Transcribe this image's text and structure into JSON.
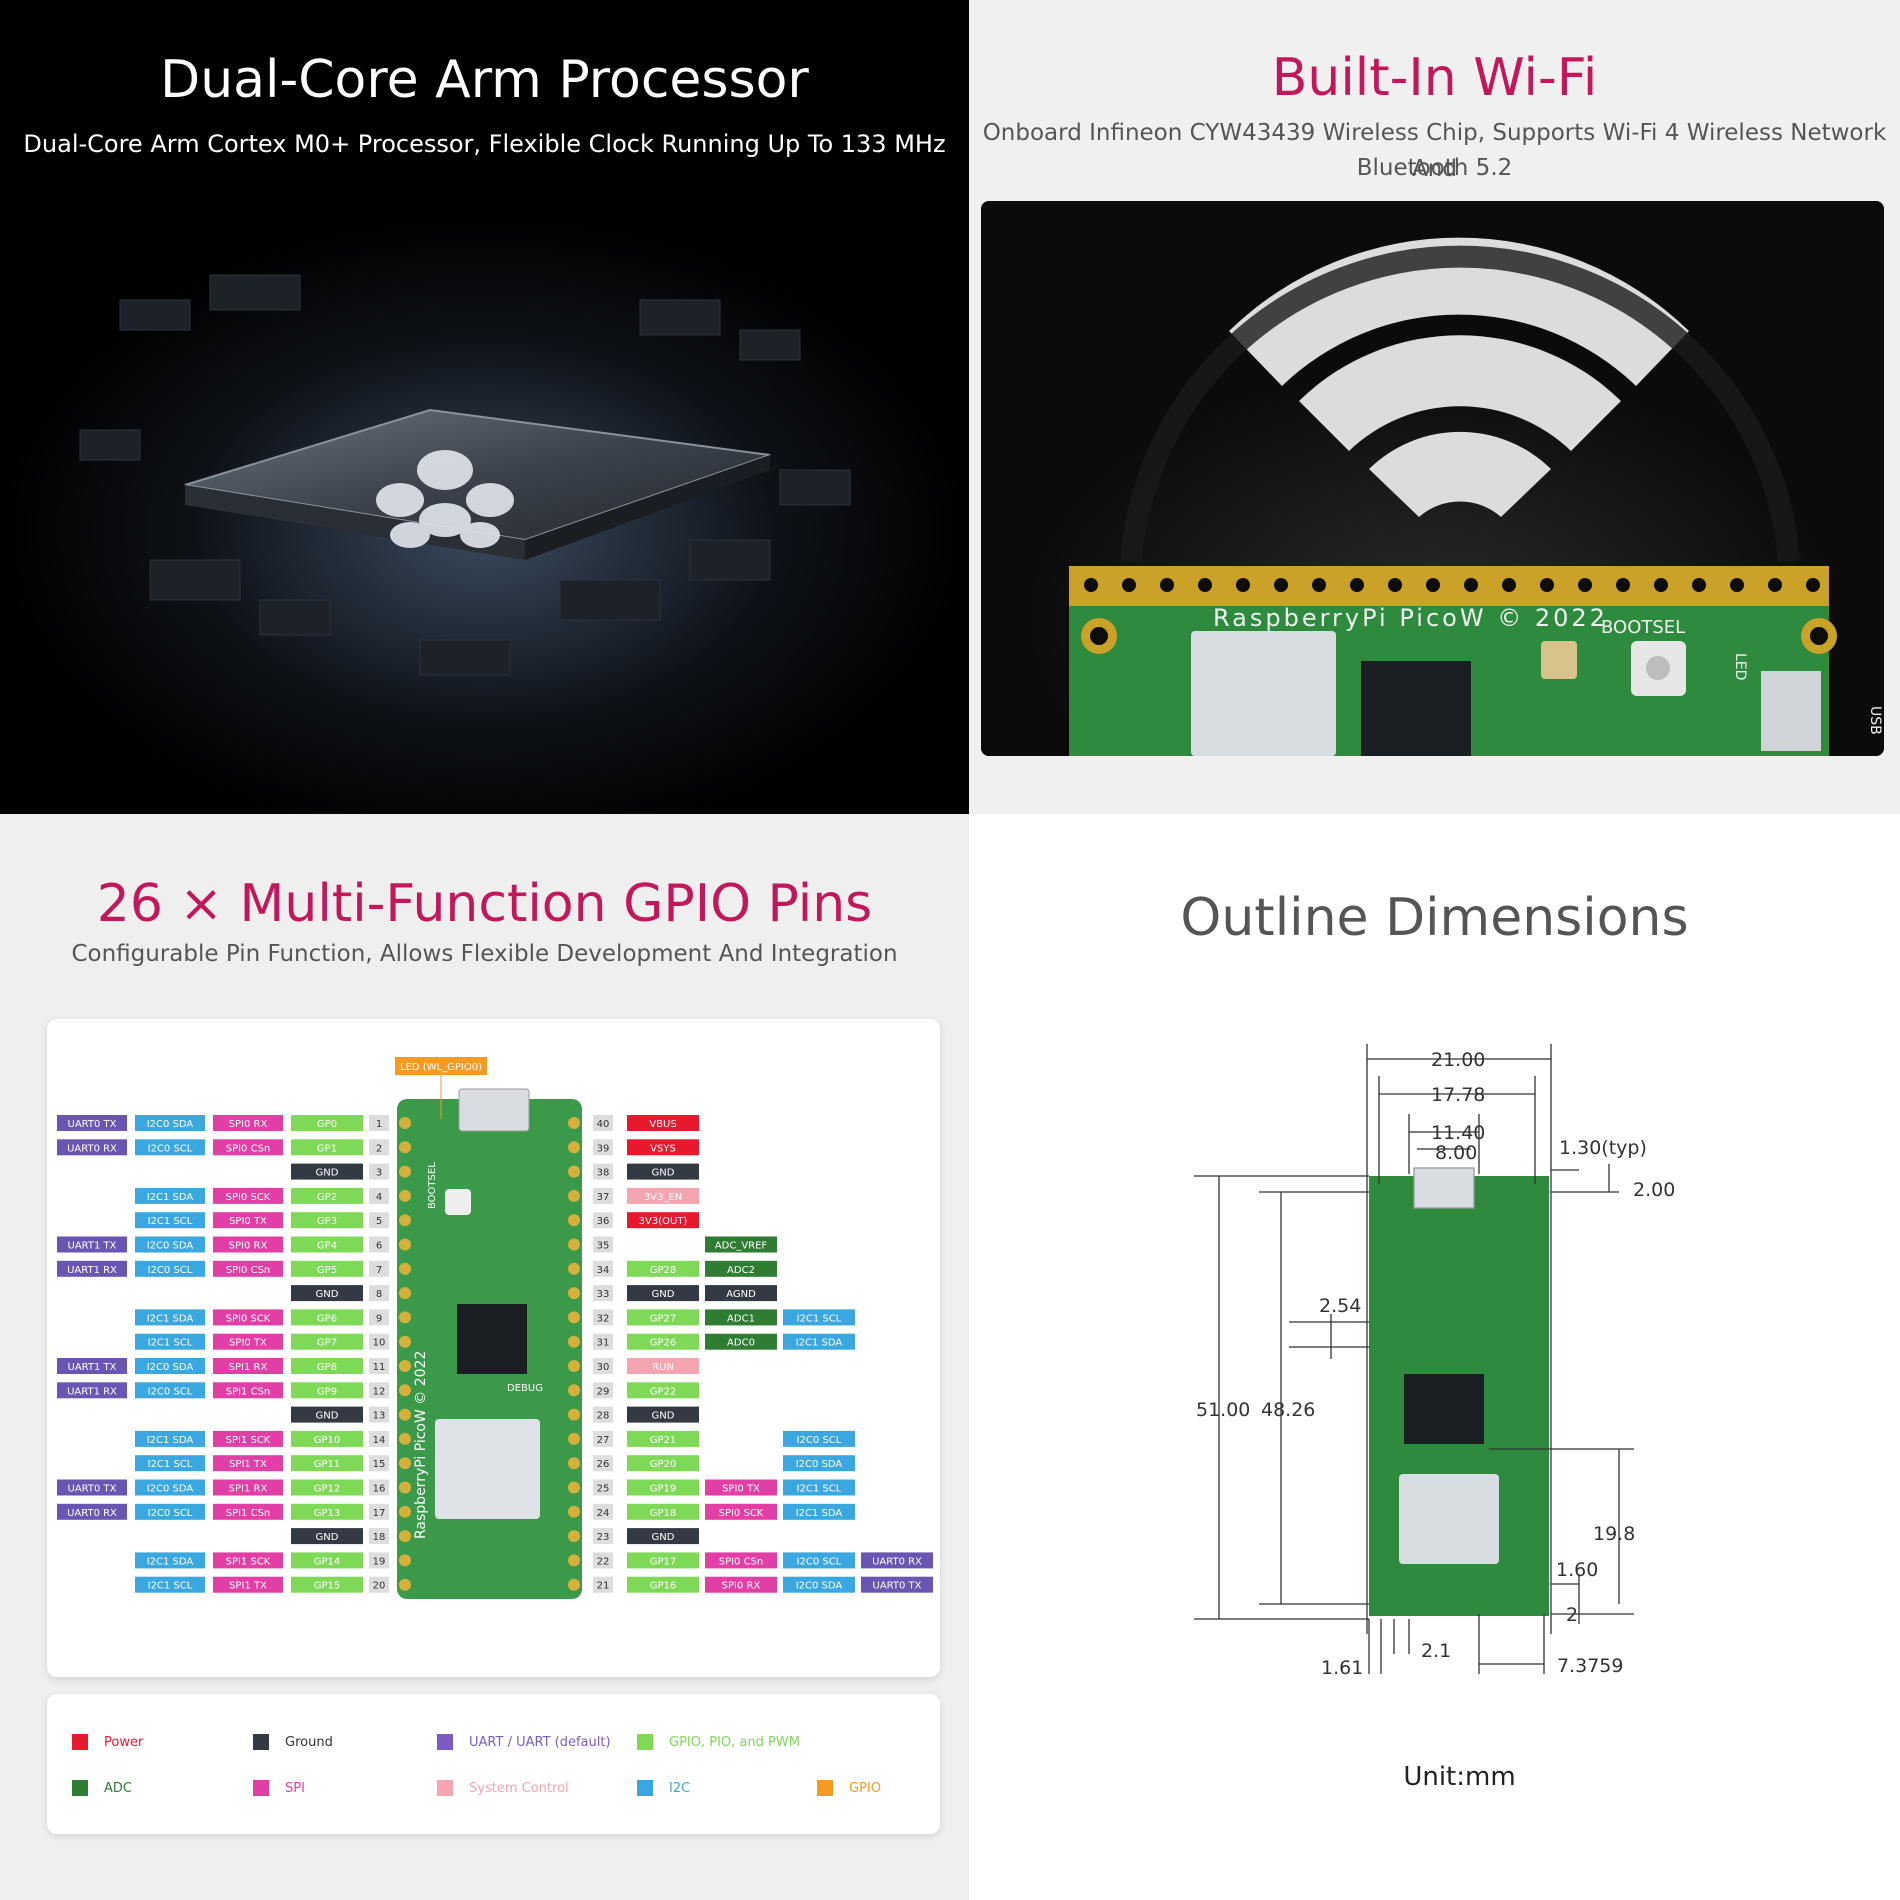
{
  "panel_processor": {
    "title": "Dual-Core Arm Processor",
    "subtitle": "Dual-Core Arm Cortex M0+ Processor, Flexible Clock Running Up To 133 MHz"
  },
  "panel_wifi": {
    "title": "Built-In Wi-Fi",
    "subtitle_line1": "Onboard Infineon CYW43439 Wireless Chip, Supports Wi-Fi 4 Wireless Network And",
    "subtitle_line2": "Bluetooth 5.2",
    "board_silk": "RaspberryPi PicoW © 2022",
    "bootsel": "BOOTSEL",
    "led": "LED",
    "usb": "USB"
  },
  "panel_gpio": {
    "title": "26 × Multi-Function GPIO Pins",
    "subtitle": "Configurable Pin Function, Allows Flexible Development And Integration",
    "led_label": "LED (WL_GPIO0)",
    "board_silk": "RaspberryPi PicoW © 2022",
    "bootsel": "BOOTSEL",
    "debug": "DEBUG",
    "left_pins": [
      {
        "n": "1",
        "labels": [
          "UART0 TX",
          "I2C0 SDA",
          "SPI0 RX",
          "GP0"
        ]
      },
      {
        "n": "2",
        "labels": [
          "UART0 RX",
          "I2C0 SCL",
          "SPI0 CSn",
          "GP1"
        ]
      },
      {
        "n": "3",
        "labels": [
          "",
          "",
          "",
          "GND"
        ]
      },
      {
        "n": "4",
        "labels": [
          "",
          "I2C1 SDA",
          "SPI0 SCK",
          "GP2"
        ]
      },
      {
        "n": "5",
        "labels": [
          "",
          "I2C1 SCL",
          "SPI0 TX",
          "GP3"
        ]
      },
      {
        "n": "6",
        "labels": [
          "UART1 TX",
          "I2C0 SDA",
          "SPI0 RX",
          "GP4"
        ]
      },
      {
        "n": "7",
        "labels": [
          "UART1 RX",
          "I2C0 SCL",
          "SPI0 CSn",
          "GP5"
        ]
      },
      {
        "n": "8",
        "labels": [
          "",
          "",
          "",
          "GND"
        ]
      },
      {
        "n": "9",
        "labels": [
          "",
          "I2C1 SDA",
          "SPI0 SCK",
          "GP6"
        ]
      },
      {
        "n": "10",
        "labels": [
          "",
          "I2C1 SCL",
          "SPI0 TX",
          "GP7"
        ]
      },
      {
        "n": "11",
        "labels": [
          "UART1 TX",
          "I2C0 SDA",
          "SPI1 RX",
          "GP8"
        ]
      },
      {
        "n": "12",
        "labels": [
          "UART1 RX",
          "I2C0 SCL",
          "SPI1 CSn",
          "GP9"
        ]
      },
      {
        "n": "13",
        "labels": [
          "",
          "",
          "",
          "GND"
        ]
      },
      {
        "n": "14",
        "labels": [
          "",
          "I2C1 SDA",
          "SPI1 SCK",
          "GP10"
        ]
      },
      {
        "n": "15",
        "labels": [
          "",
          "I2C1 SCL",
          "SPI1 TX",
          "GP11"
        ]
      },
      {
        "n": "16",
        "labels": [
          "UART0 TX",
          "I2C0 SDA",
          "SPI1 RX",
          "GP12"
        ]
      },
      {
        "n": "17",
        "labels": [
          "UART0 RX",
          "I2C0 SCL",
          "SPI1 CSn",
          "GP13"
        ]
      },
      {
        "n": "18",
        "labels": [
          "",
          "",
          "",
          "GND"
        ]
      },
      {
        "n": "19",
        "labels": [
          "",
          "I2C1 SDA",
          "SPI1 SCK",
          "GP14"
        ]
      },
      {
        "n": "20",
        "labels": [
          "",
          "I2C1 SCL",
          "SPI1 TX",
          "GP15"
        ]
      }
    ],
    "right_pins": [
      {
        "n": "40",
        "labels": [
          "VBUS",
          "",
          "",
          ""
        ]
      },
      {
        "n": "39",
        "labels": [
          "VSYS",
          "",
          "",
          ""
        ]
      },
      {
        "n": "38",
        "labels": [
          "GND",
          "",
          "",
          ""
        ]
      },
      {
        "n": "37",
        "labels": [
          "3V3_EN",
          "",
          "",
          ""
        ]
      },
      {
        "n": "36",
        "labels": [
          "3V3(OUT)",
          "",
          "",
          ""
        ]
      },
      {
        "n": "35",
        "labels": [
          "",
          "ADC_VREF",
          "",
          ""
        ]
      },
      {
        "n": "34",
        "labels": [
          "GP28",
          "ADC2",
          "",
          ""
        ]
      },
      {
        "n": "33",
        "labels": [
          "GND",
          "AGND",
          "",
          ""
        ]
      },
      {
        "n": "32",
        "labels": [
          "GP27",
          "ADC1",
          "I2C1 SCL",
          ""
        ]
      },
      {
        "n": "31",
        "labels": [
          "GP26",
          "ADC0",
          "I2C1 SDA",
          ""
        ]
      },
      {
        "n": "30",
        "labels": [
          "RUN",
          "",
          "",
          ""
        ]
      },
      {
        "n": "29",
        "labels": [
          "GP22",
          "",
          "",
          ""
        ]
      },
      {
        "n": "28",
        "labels": [
          "GND",
          "",
          "",
          ""
        ]
      },
      {
        "n": "27",
        "labels": [
          "GP21",
          "",
          "I2C0 SCL",
          ""
        ]
      },
      {
        "n": "26",
        "labels": [
          "GP20",
          "",
          "I2C0 SDA",
          ""
        ]
      },
      {
        "n": "25",
        "labels": [
          "GP19",
          "SPI0 TX",
          "I2C1 SCL",
          ""
        ]
      },
      {
        "n": "24",
        "labels": [
          "GP18",
          "SPI0 SCK",
          "I2C1 SDA",
          ""
        ]
      },
      {
        "n": "23",
        "labels": [
          "GND",
          "",
          "",
          ""
        ]
      },
      {
        "n": "22",
        "labels": [
          "GP17",
          "SPI0 CSn",
          "I2C0 SCL",
          "UART0 RX"
        ]
      },
      {
        "n": "21",
        "labels": [
          "GP16",
          "SPI0 RX",
          "I2C0 SDA",
          "UART0 TX"
        ]
      }
    ],
    "legend": [
      {
        "label": "Power",
        "color": "#e8192c"
      },
      {
        "label": "Ground",
        "color": "#333a44"
      },
      {
        "label": "UART / UART (default)",
        "color": "#7b5cc7"
      },
      {
        "label": "GPIO, PIO, and PWM",
        "color": "#7ed957"
      },
      {
        "label": "ADC",
        "color": "#2e7d32"
      },
      {
        "label": "SPI",
        "color": "#e23fa6"
      },
      {
        "label": "System Control",
        "color": "#f5a5b0"
      },
      {
        "label": "I2C",
        "color": "#3aa7e0"
      },
      {
        "label": "GPIO",
        "color": "#f59a23"
      }
    ],
    "colors": {
      "uart": "#6a55b3",
      "i2c": "#3aa7e0",
      "spi": "#e23fa6",
      "gpio": "#7ed957",
      "gnd": "#333a44",
      "power": "#e8192c",
      "sysctl": "#f5a5b0",
      "adc": "#2e7d32",
      "ledtag": "#f59a23"
    }
  },
  "panel_dimensions": {
    "title": "Outline Dimensions",
    "unit": "Unit:mm",
    "dims": {
      "width_total": "21.00",
      "width_holes": "17.78",
      "usb_width": "11.40",
      "usb_inner": "8.00",
      "usb_overhang": "1.30(typ)",
      "top_offset": "2.00",
      "pitch": "2.54",
      "length_total": "51.00",
      "length_holes": "48.26",
      "debug_height": "19.8",
      "debug_offset": "1.60",
      "bottom_offset": "2",
      "hole_offset": "2.1",
      "edge_offset": "1.61",
      "debug_x": "7.3759"
    }
  }
}
